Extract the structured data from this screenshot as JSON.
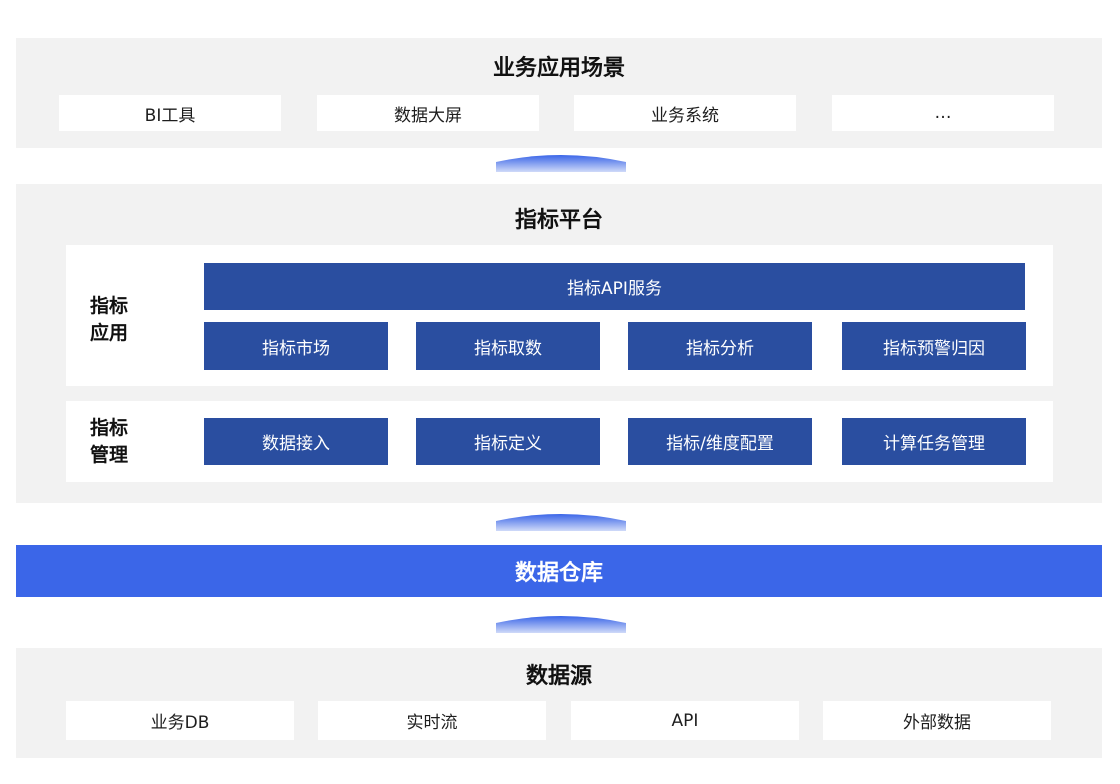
{
  "app": {
    "title": "业务应用场景",
    "items": [
      "BI工具",
      "数据大屏",
      "业务系统",
      "…"
    ]
  },
  "platform": {
    "title": "指标平台",
    "application": {
      "label_line1": "指标",
      "label_line2": "应用",
      "api_service": "指标API服务",
      "items": [
        "指标市场",
        "指标取数",
        "指标分析",
        "指标预警归因"
      ]
    },
    "management": {
      "label_line1": "指标",
      "label_line2": "管理",
      "items": [
        "数据接入",
        "指标定义",
        "指标/维度配置",
        "计算任务管理"
      ]
    }
  },
  "warehouse": {
    "title": "数据仓库"
  },
  "sources": {
    "title": "数据源",
    "items": [
      "业务DB",
      "实时流",
      "API",
      "外部数据"
    ]
  },
  "colors": {
    "panel_bg": "#f2f2f2",
    "dark_blue": "#2a4ea0",
    "bright_blue": "#3b66e8"
  }
}
